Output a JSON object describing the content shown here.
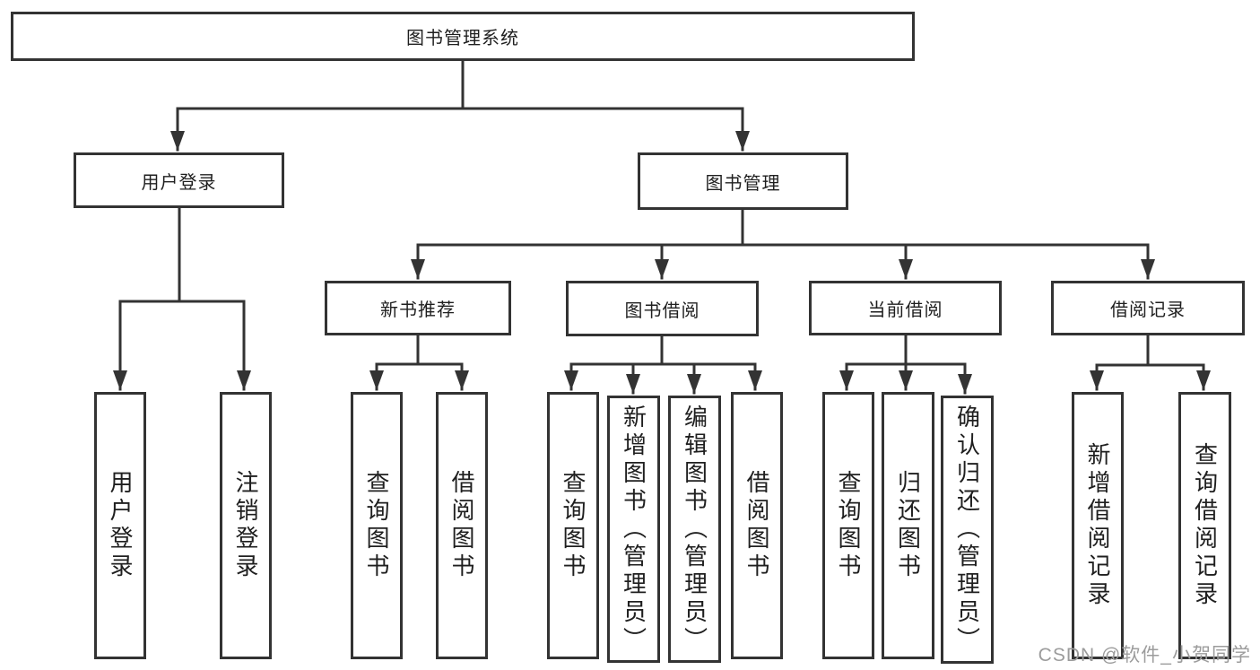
{
  "diagram_title": "图书管理系统",
  "tree": {
    "label": "图书管理系统",
    "children": [
      {
        "label": "用户登录",
        "children": [
          {
            "label": "用户登录"
          },
          {
            "label": "注销登录"
          }
        ]
      },
      {
        "label": "图书管理",
        "children": [
          {
            "label": "新书推荐",
            "children": [
              {
                "label": "查询图书"
              },
              {
                "label": "借阅图书"
              }
            ]
          },
          {
            "label": "图书借阅",
            "children": [
              {
                "label": "查询图书"
              },
              {
                "label": "新增图书（管理员）"
              },
              {
                "label": "编辑图书（管理员）"
              },
              {
                "label": "借阅图书"
              }
            ]
          },
          {
            "label": "当前借阅",
            "children": [
              {
                "label": "查询图书"
              },
              {
                "label": "归还图书"
              },
              {
                "label": "确认归还（管理员）"
              }
            ]
          },
          {
            "label": "借阅记录",
            "children": [
              {
                "label": "新增借阅记录"
              },
              {
                "label": "查询借阅记录"
              }
            ]
          }
        ]
      }
    ]
  },
  "watermark": "CSDN @软件_小贺同学",
  "colors": {
    "line": "#333333",
    "text": "#1f1f1f",
    "watermark": "#9c9c9c",
    "background": "#ffffff"
  }
}
